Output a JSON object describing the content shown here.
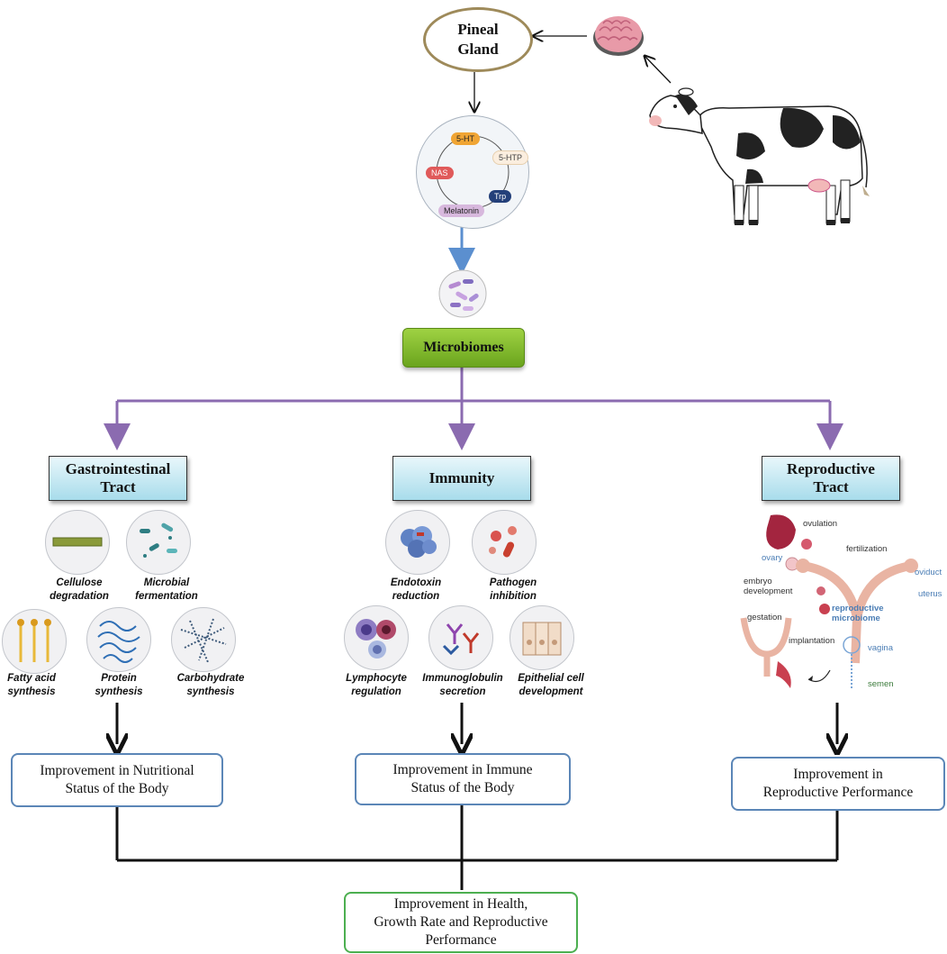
{
  "top": {
    "pineal_gland": "Pineal\nGland"
  },
  "cycle": {
    "serotonin": "5-HT",
    "htp": "5-HTP",
    "nas": "NAS",
    "trp": "Trp",
    "melatonin": "Melatonin"
  },
  "microbiomes": "Microbiomes",
  "categories": {
    "gi": "Gastrointestinal\nTract",
    "immunity": "Immunity",
    "reproductive": "Reproductive\nTract"
  },
  "gi_items": {
    "cellulose": "Cellulose\ndegradation",
    "microbial": "Microbial\nfermentation",
    "fatty_acid": "Fatty acid\nsynthesis",
    "protein": "Protein\nsynthesis",
    "carbohydrate": "Carbohydrate\nsynthesis"
  },
  "immunity_items": {
    "endotoxin": "Endotoxin\nreduction",
    "pathogen": "Pathogen\ninhibition",
    "lymphocyte": "Lymphocyte\nregulation",
    "immunoglobulin": "Immunoglobulin\nsecretion",
    "epithelial": "Epithelial cell\ndevelopment"
  },
  "reproductive_items": {
    "ovulation": "ovulation",
    "fertilization": "fertilization",
    "ovary": "ovary",
    "oviduct": "oviduct",
    "embryo": "embryo\ndevelopment",
    "uterus": "uterus",
    "gestation": "gestation",
    "reproductive_microbiome": "reproductive\nmicrobiome",
    "implantation": "implantation",
    "vagina": "vagina",
    "semen": "semen"
  },
  "results": {
    "nutritional": "Improvement in Nutritional\nStatus of the Body",
    "immune": "Improvement in Immune\nStatus of the Body",
    "reproductive": "Improvement in\nReproductive Performance"
  },
  "final": "Improvement in Health,\nGrowth Rate and Reproductive\nPerformance",
  "colors": {
    "branch_arrow": "#8b6bb0",
    "down_arrow": "#5b8fcf",
    "microbiome_box": "#7cb82f",
    "category_box": "#bfe6f2",
    "result_border": "#5b86b7",
    "final_border": "#4caf50"
  }
}
